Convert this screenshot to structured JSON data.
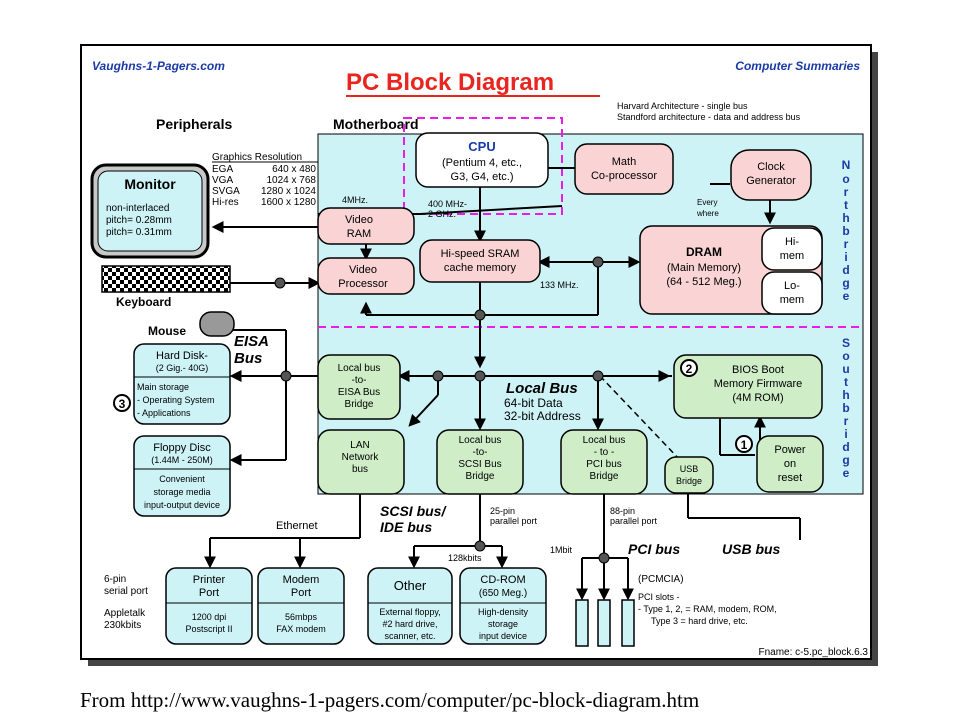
{
  "header": {
    "site": "Vaughns-1-Pagers.com",
    "title": "PC  Block Diagram",
    "section": "Computer Summaries",
    "arch_note_1": "Harvard Architecture - single bus",
    "arch_note_2": "Standford architecture - data and address bus"
  },
  "labels": {
    "peripherals": "Peripherals",
    "motherboard": "Motherboard",
    "keyboard": "Keyboard",
    "mouse": "Mouse",
    "eisa_bus_1": "EISA",
    "eisa_bus_2": "Bus",
    "ethernet": "Ethernet",
    "serial_1": "6-pin",
    "serial_2": "serial port",
    "appletalk_1": "Appletalk",
    "appletalk_2": "230kbits",
    "scsi_bus_1": "SCSI bus/",
    "scsi_bus_2": "IDE bus",
    "pin25_1": "25-pin",
    "pin25_2": "parallel port",
    "kbits": "128kbits",
    "pin88_1": "88-pin",
    "pin88_2": "parallel port",
    "mbit": "1Mbit",
    "pci_bus": "PCI bus",
    "usb_bus": "USB bus",
    "pcmcia": "(PCMCIA)",
    "pci_slots_1": "PCI slots -",
    "pci_slots_2": "- Type 1, 2, = RAM, modem, ROM,",
    "pci_slots_3": "Type 3 = hard drive, etc.",
    "speed_4mhz": "4MHz.",
    "speed_400_1": "400 MHz-",
    "speed_400_2": "2 GHz.",
    "speed_133": "133 MHz.",
    "every_1": "Every",
    "every_2": "where",
    "local_bus": "Local Bus",
    "local_bus_2": "64-bit Data",
    "local_bus_3": "32-bit Address",
    "northbridge": "Northbridge",
    "southbridge": "Southbridge",
    "fname": "Fname: c-5.pc_block.6.3"
  },
  "graphics": {
    "heading": "Graphics Resolution",
    "rows": [
      {
        "mode": "EGA",
        "res": "640 x 480"
      },
      {
        "mode": "VGA",
        "res": "1024 x 768"
      },
      {
        "mode": "SVGA",
        "res": "1280 x 1024"
      },
      {
        "mode": "Hi-res",
        "res": "1600 x 1280"
      }
    ]
  },
  "monitor": {
    "title": "Monitor",
    "line1": "non-interlaced",
    "line2": "pitch= 0.28mm",
    "line3": "pitch= 0.31mm"
  },
  "blocks": {
    "cpu_title": "CPU",
    "cpu_1": "(Pentium 4, etc.,",
    "cpu_2": "G3, G4, etc.)",
    "math_1": "Math",
    "math_2": "Co-processor",
    "clock_1": "Clock",
    "clock_2": "Generator",
    "vram_1": "Video",
    "vram_2": "RAM",
    "vproc_1": "Video",
    "vproc_2": "Processor",
    "sram_1": "Hi-speed SRAM",
    "sram_2": "cache memory",
    "dram_title": "DRAM",
    "dram_1": "(Main Memory)",
    "dram_2": "(64 - 512 Meg.)",
    "himem_1": "Hi-",
    "himem_2": "mem",
    "lomem_1": "Lo-",
    "lomem_2": "mem",
    "eisa_1": "Local bus",
    "eisa_2": "-to-",
    "eisa_3": "EISA Bus",
    "eisa_4": "Bridge",
    "bios_1": "BIOS Boot",
    "bios_2": "Memory Firmware",
    "bios_3": "(4M ROM)",
    "bios_num": "2",
    "lan_1": "LAN",
    "lan_2": "Network",
    "lan_3": "bus",
    "scsi_1": "Local bus",
    "scsi_2": "-to-",
    "scsi_3": "SCSI Bus",
    "scsi_4": "Bridge",
    "pci_1": "Local bus",
    "pci_2": "- to -",
    "pci_3": "PCI bus",
    "pci_4": "Bridge",
    "usb_1": "USB",
    "usb_2": "Bridge",
    "power_1": "Power",
    "power_2": "on",
    "power_3": "reset",
    "power_num": "1"
  },
  "storage": {
    "hd_title": "Hard Disk-",
    "hd_sub": "(2 Gig.- 40G)",
    "hd_1": "Main storage",
    "hd_2": "- Operating System",
    "hd_3": "- Applications",
    "hd_num": "3",
    "fd_title": "Floppy Disc",
    "fd_sub": "(1.44M - 250M)",
    "fd_1": "Convenient",
    "fd_2": "storage media",
    "fd_3": "input-output device"
  },
  "ports": {
    "printer_1": "Printer",
    "printer_2": "Port",
    "printer_3": "1200 dpi",
    "printer_4": "Postscript II",
    "modem_1": "Modem",
    "modem_2": "Port",
    "modem_3": "56mbps",
    "modem_4": "FAX modem",
    "other_1": "Other",
    "other_2": "External floppy,",
    "other_3": "#2 hard drive,",
    "other_4": "scanner, etc.",
    "cd_1": "CD-ROM",
    "cd_2": "(650 Meg.)",
    "cd_3": "High-density",
    "cd_4": "storage",
    "cd_5": "input device"
  },
  "caption": "From  http://www.vaughns-1-pagers.com/computer/pc-block-diagram.htm",
  "colors": {
    "cyan": "#cdf3f6",
    "pink": "#fad4d4",
    "green": "#cfeec8",
    "title_red": "#e8251f",
    "blue": "#1a3aa8",
    "dash": "#e81ee8",
    "monitor_gray": "#c8c8c8"
  }
}
